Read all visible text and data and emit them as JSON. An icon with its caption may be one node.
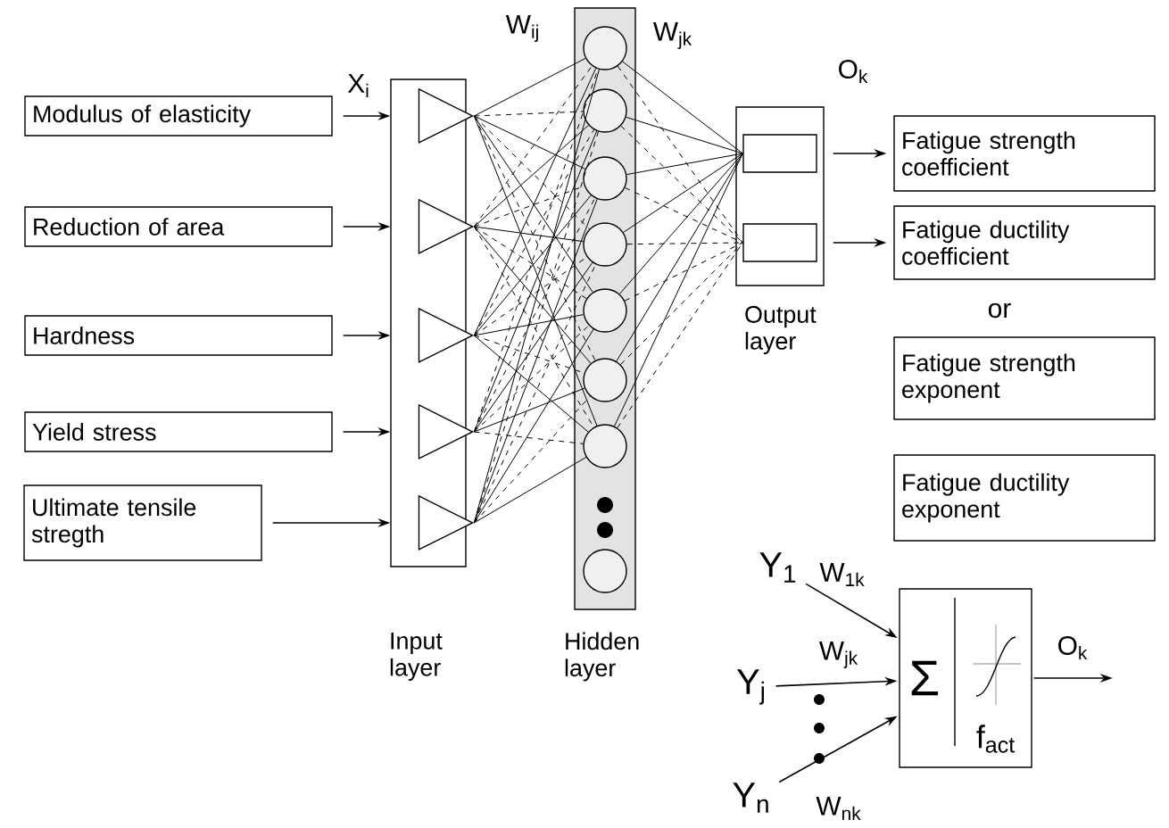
{
  "diagram": {
    "nodes": [
      {
        "text": [
          "Modulus of elasticity"
        ]
      },
      {
        "text": [
          "Reduction of area"
        ]
      },
      {
        "text": [
          "Hardness"
        ]
      },
      {
        "text": [
          "Yield stress"
        ]
      },
      {
        "text": [
          "Ultimate tensile stregth"
        ]
      },
      {
        "text": [
          "Input layer"
        ]
      },
      {
        "text": [],
        "shape": "triangle",
        "in": 5
      },
      {
        "text": [],
        "shape": "triangle",
        "in": 5
      },
      {
        "text": [],
        "shape": "triangle",
        "in": 5
      },
      {
        "text": [],
        "shape": "triangle",
        "in": 5
      },
      {
        "text": [],
        "shape": "triangle",
        "in": 5
      },
      {
        "text": [
          "Hidden layer"
        ]
      },
      {
        "text": [],
        "shape": "circle",
        "in": 11
      },
      {
        "text": [],
        "shape": "circle",
        "in": 11
      },
      {
        "text": [],
        "shape": "circle",
        "in": 11
      },
      {
        "text": [],
        "shape": "circle",
        "in": 11
      },
      {
        "text": [],
        "shape": "circle",
        "in": 11
      },
      {
        "text": [],
        "shape": "circle",
        "in": 11
      },
      {
        "text": [],
        "shape": "circle",
        "in": 11
      },
      {
        "text": [],
        "shape": "circle",
        "in": 11
      },
      {
        "text": [
          "Output layer"
        ]
      },
      {
        "text": [],
        "shape": "box",
        "in": 20
      },
      {
        "text": [],
        "shape": "box",
        "in": 20
      },
      {
        "text": [
          "Fatigue strength coefficient"
        ]
      },
      {
        "text": [
          "Fatigue ductility coefficient"
        ]
      },
      {
        "text": [
          "Fatigue strength exponent"
        ]
      },
      {
        "text": [
          "Fatigue ductility exponent"
        ]
      },
      {
        "text": [
          "Y$_{1}$"
        ]
      },
      {
        "text": [
          "Y$_{j}$"
        ]
      },
      {
        "text": [
          "Y$_{n}$"
        ]
      },
      {
        "text": [
          "Σ",
          "f$_{act}$"
        ]
      }
    ],
    "edges": [
      {
        "from": 0,
        "to": 6,
        "arrow": "to",
        "label": "X$_{i}$"
      },
      {
        "from": 1,
        "to": 7,
        "arrow": "to"
      },
      {
        "from": 2,
        "to": 8,
        "arrow": "to"
      },
      {
        "from": 3,
        "to": 9,
        "arrow": "to"
      },
      {
        "from": 4,
        "to": 10,
        "arrow": "to"
      },
      {
        "from": 6,
        "to": 12,
        "arrow": "none"
      },
      {
        "from": 6,
        "to": 13,
        "arrow": "none",
        "style": "dashed"
      },
      {
        "from": 6,
        "to": 14,
        "arrow": "none"
      },
      {
        "from": 6,
        "to": 15,
        "arrow": "none",
        "style": "dashed"
      },
      {
        "from": 6,
        "to": 16,
        "arrow": "none"
      },
      {
        "from": 6,
        "to": 17,
        "arrow": "none",
        "style": "dashed"
      },
      {
        "from": 6,
        "to": 18,
        "arrow": "none"
      },
      {
        "from": 7,
        "to": 12,
        "arrow": "none",
        "style": "dashed"
      },
      {
        "from": 7,
        "to": 13,
        "arrow": "none"
      },
      {
        "from": 7,
        "to": 14,
        "arrow": "none",
        "style": "dashed"
      },
      {
        "from": 7,
        "to": 15,
        "arrow": "none"
      },
      {
        "from": 7,
        "to": 16,
        "arrow": "none",
        "style": "dashed"
      },
      {
        "from": 7,
        "to": 17,
        "arrow": "none"
      },
      {
        "from": 7,
        "to": 18,
        "arrow": "none",
        "style": "dashed"
      },
      {
        "from": 8,
        "to": 12,
        "arrow": "none"
      },
      {
        "from": 8,
        "to": 13,
        "arrow": "none",
        "style": "dashed"
      },
      {
        "from": 8,
        "to": 14,
        "arrow": "none"
      },
      {
        "from": 8,
        "to": 15,
        "arrow": "none",
        "style": "dashed"
      },
      {
        "from": 8,
        "to": 16,
        "arrow": "none"
      },
      {
        "from": 8,
        "to": 17,
        "arrow": "none",
        "style": "dashed"
      },
      {
        "from": 8,
        "to": 18,
        "arrow": "none"
      },
      {
        "from": 9,
        "to": 12,
        "arrow": "none",
        "style": "dashed"
      },
      {
        "from": 9,
        "to": 13,
        "arrow": "none"
      },
      {
        "from": 9,
        "to": 14,
        "arrow": "none",
        "style": "dashed"
      },
      {
        "from": 9,
        "to": 15,
        "arrow": "none"
      },
      {
        "from": 9,
        "to": 16,
        "arrow": "none",
        "style": "dashed"
      },
      {
        "from": 9,
        "to": 17,
        "arrow": "none"
      },
      {
        "from": 9,
        "to": 18,
        "arrow": "none",
        "style": "dashed"
      },
      {
        "from": 10,
        "to": 12,
        "arrow": "none"
      },
      {
        "from": 10,
        "to": 13,
        "arrow": "none",
        "style": "dashed"
      },
      {
        "from": 10,
        "to": 14,
        "arrow": "none"
      },
      {
        "from": 10,
        "to": 15,
        "arrow": "none",
        "style": "dashed"
      },
      {
        "from": 10,
        "to": 16,
        "arrow": "none"
      },
      {
        "from": 10,
        "to": 17,
        "arrow": "none",
        "style": "dashed"
      },
      {
        "from": 10,
        "to": 18,
        "arrow": "none"
      },
      {
        "from": 12,
        "to": 21,
        "arrow": "none"
      },
      {
        "from": 12,
        "to": 22,
        "arrow": "none",
        "style": "dashed"
      },
      {
        "from": 13,
        "to": 21,
        "arrow": "none"
      },
      {
        "from": 13,
        "to": 22,
        "arrow": "none",
        "style": "dashed"
      },
      {
        "from": 14,
        "to": 21,
        "arrow": "none"
      },
      {
        "from": 14,
        "to": 22,
        "arrow": "none",
        "style": "dashed"
      },
      {
        "from": 15,
        "to": 21,
        "arrow": "none"
      },
      {
        "from": 15,
        "to": 22,
        "arrow": "none",
        "style": "dashed"
      },
      {
        "from": 16,
        "to": 21,
        "arrow": "none"
      },
      {
        "from": 16,
        "to": 22,
        "arrow": "none",
        "style": "dashed"
      },
      {
        "from": 17,
        "to": 21,
        "arrow": "none"
      },
      {
        "from": 17,
        "to": 22,
        "arrow": "none",
        "style": "dashed"
      },
      {
        "from": 18,
        "to": 21,
        "arrow": "none"
      },
      {
        "from": 18,
        "to": 22,
        "arrow": "none",
        "style": "dashed"
      },
      {
        "from": 21,
        "to": 23,
        "arrow": "to",
        "label": "O$_{k}$"
      },
      {
        "from": 22,
        "to": 24,
        "arrow": "to"
      },
      {
        "from": 27,
        "to": 30,
        "arrow": "to",
        "label": "W$_{1k}$"
      },
      {
        "from": 28,
        "to": 30,
        "arrow": "to",
        "label": "W$_{jk}$"
      },
      {
        "from": 29,
        "to": 30,
        "arrow": "to",
        "label": "W$_{nk}$"
      },
      {
        "from": 30,
        "to": null,
        "arrow": "to",
        "label": "O$_{k}$"
      }
    ],
    "labels": [
      "W$_{ij}$",
      "W$_{jk}$",
      "or"
    ]
  }
}
